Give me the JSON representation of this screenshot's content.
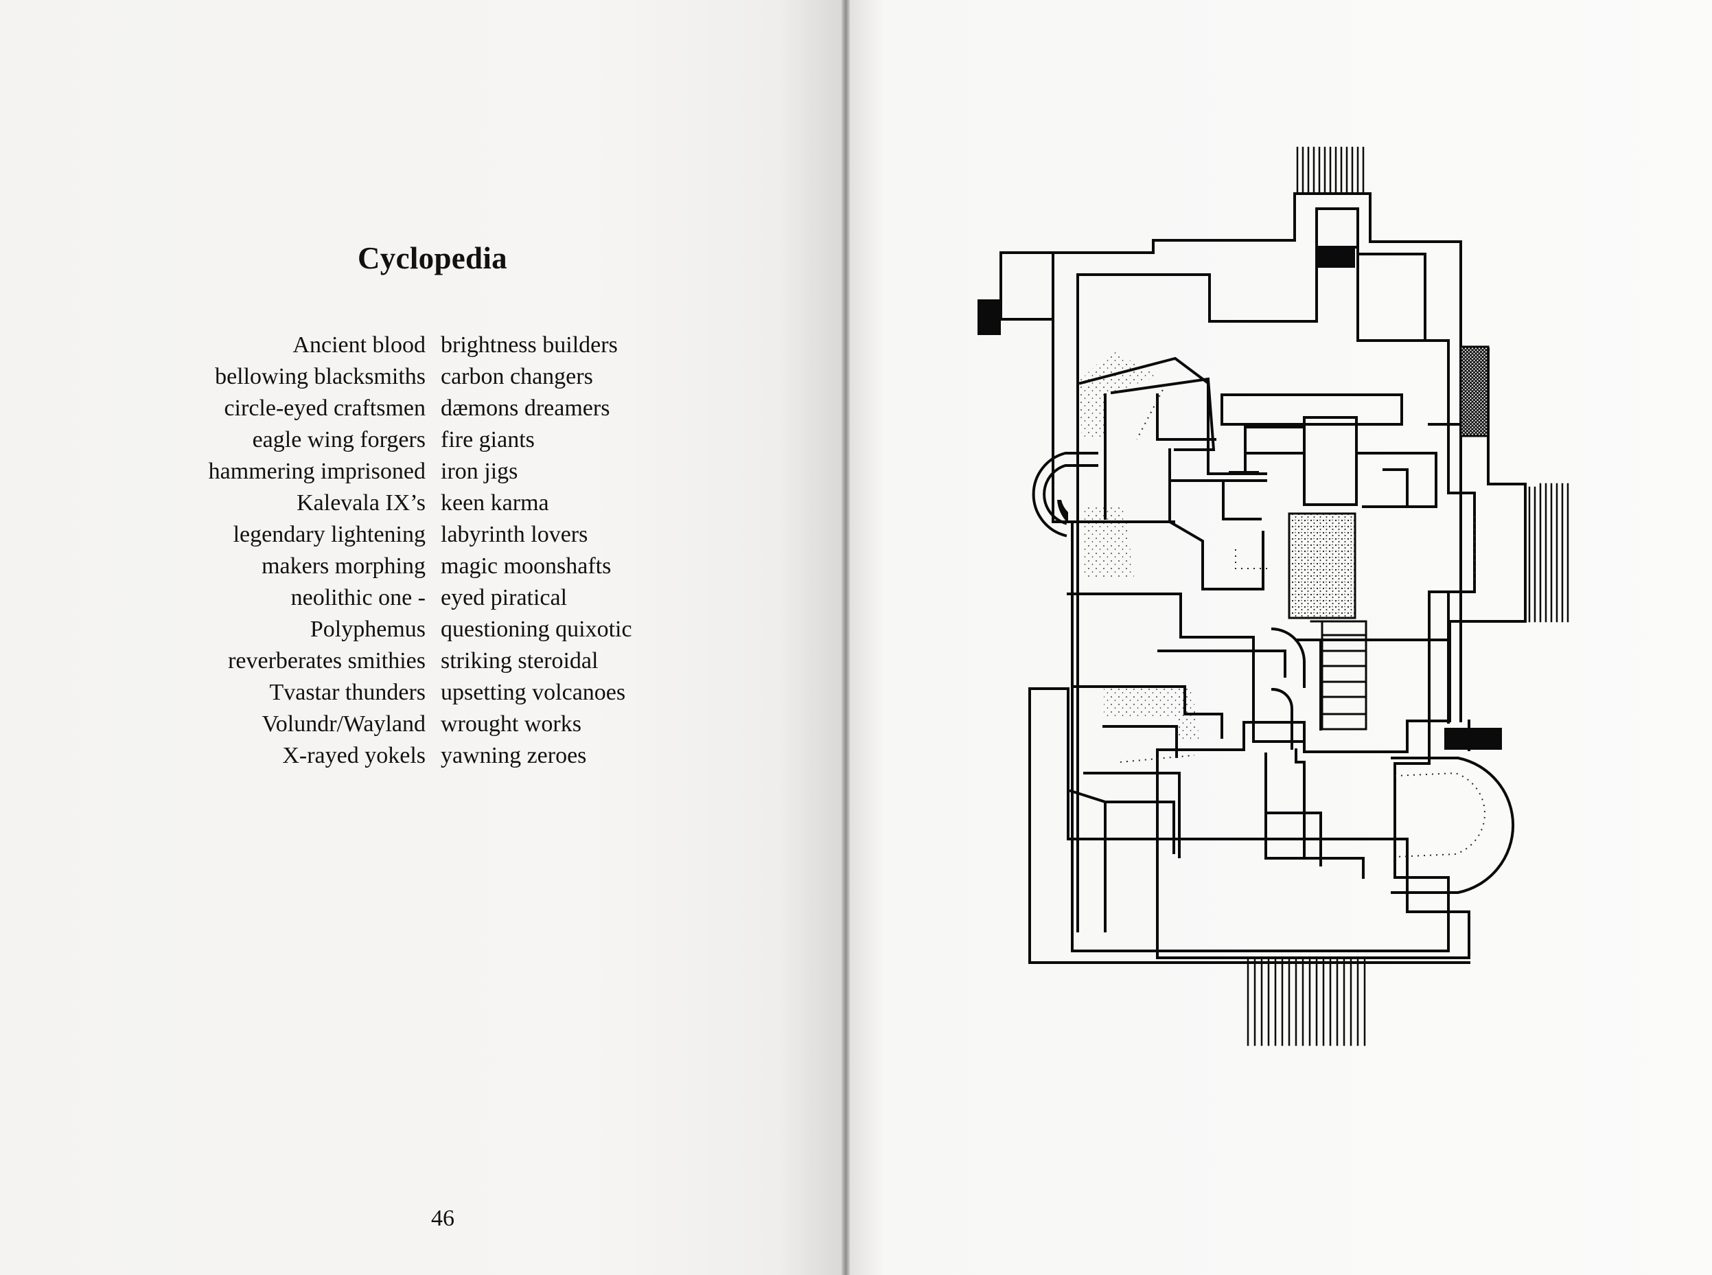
{
  "poem": {
    "title": "Cyclopedia",
    "lines": [
      {
        "left": "Ancient blood",
        "right": "brightness builders"
      },
      {
        "left": "bellowing blacksmiths",
        "right": "carbon changers"
      },
      {
        "left": "circle-eyed craftsmen",
        "right": "dæmons dreamers"
      },
      {
        "left": "eagle wing forgers",
        "right": "fire giants"
      },
      {
        "left": "hammering imprisoned",
        "right": "iron jigs"
      },
      {
        "left": "Kalevala IX’s",
        "right": "keen karma"
      },
      {
        "left": "legendary lightening",
        "right": "labyrinth lovers"
      },
      {
        "left": "makers morphing",
        "right": "magic moonshafts"
      },
      {
        "left": "neolithic one -",
        "right": "eyed piratical"
      },
      {
        "left": "Polyphemus",
        "right": "questioning quixotic"
      },
      {
        "left": "reverberates smithies",
        "right": "striking steroidal"
      },
      {
        "left": "Tvastar thunders",
        "right": "upsetting volcanoes"
      },
      {
        "left": "Volundr/Wayland",
        "right": "wrought works"
      },
      {
        "left": "X-rayed yokels",
        "right": "yawning zeroes"
      }
    ]
  },
  "page_number": "46",
  "illustration": {
    "subject": "labyrinth-floor-plan-drawing",
    "ink_color": "#0b0b0b"
  }
}
